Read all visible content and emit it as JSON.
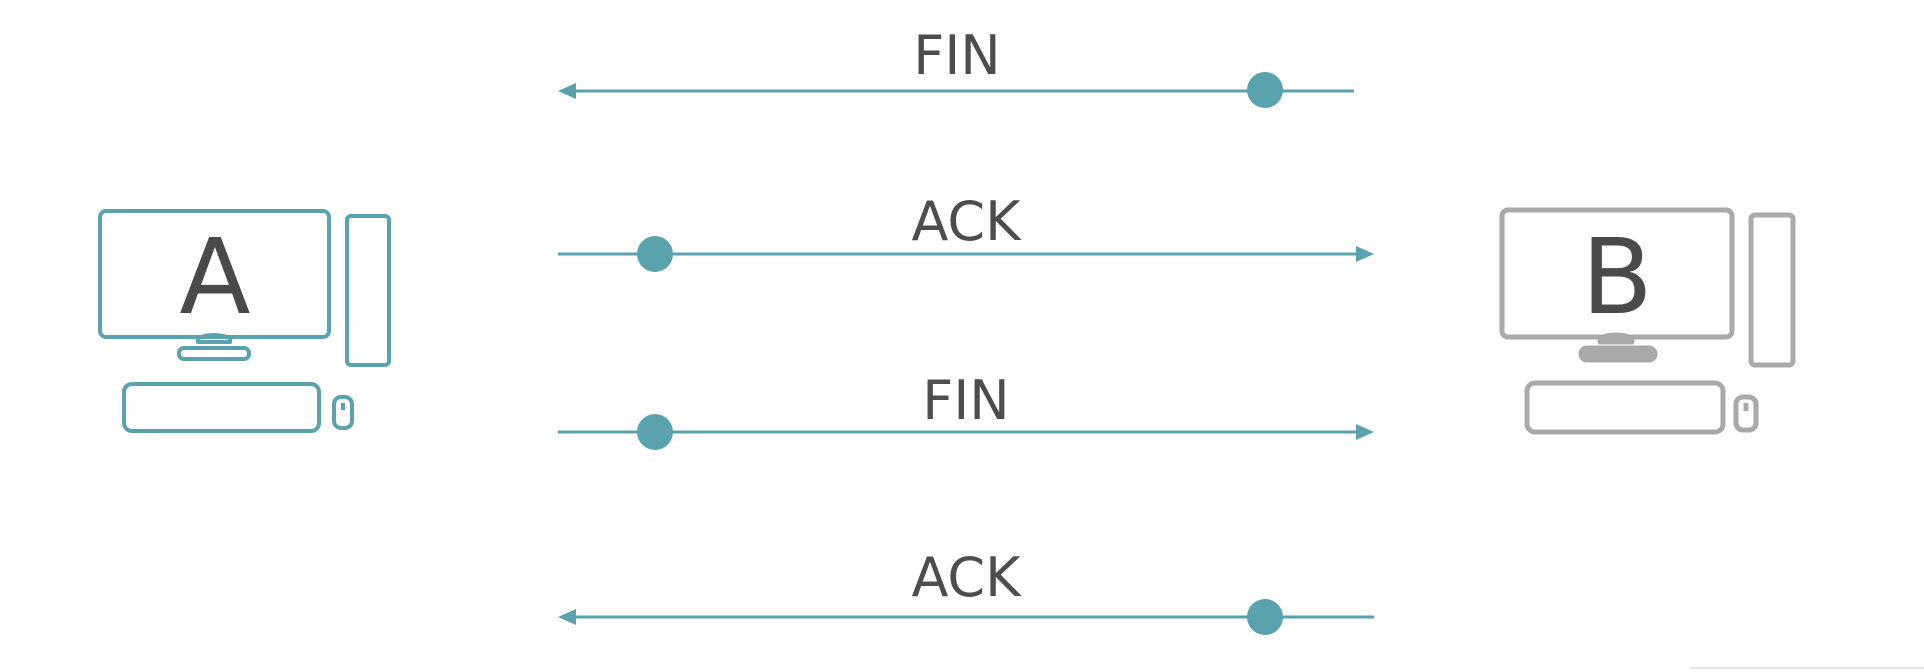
{
  "hosts": {
    "a": {
      "label": "A",
      "color": "#5aa2ae"
    },
    "b": {
      "label": "B",
      "color": "#a9a9a9"
    }
  },
  "colors": {
    "arrow": "#5aa2ae",
    "dot": "#5aa2ae",
    "text": "#4d4d4d"
  },
  "messages": [
    {
      "label": "FIN",
      "direction": "to-a"
    },
    {
      "label": "ACK",
      "direction": "to-b"
    },
    {
      "label": "FIN",
      "direction": "to-b"
    },
    {
      "label": "ACK",
      "direction": "to-a"
    }
  ]
}
